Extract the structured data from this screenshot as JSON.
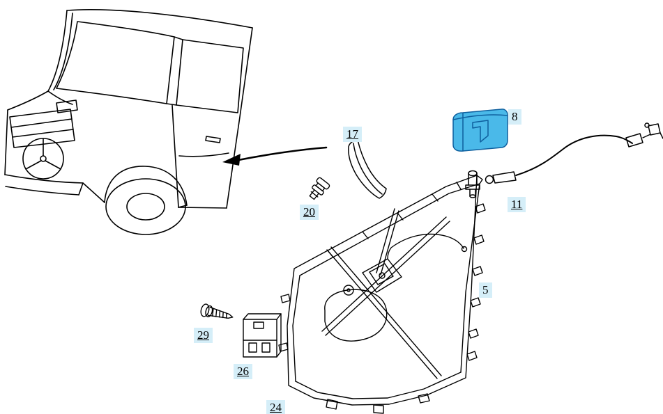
{
  "diagram": {
    "callouts": {
      "c5": "5",
      "c8": "8",
      "c11": "11",
      "c17": "17",
      "c20": "20",
      "c24": "24",
      "c26": "26",
      "c29": "29"
    },
    "colors": {
      "background": "#ffffff",
      "line": "#000000",
      "highlight_fill": "#4ab9e9",
      "highlight_stroke": "#0e5f9e",
      "callout_bg": "#d5eef8"
    }
  }
}
